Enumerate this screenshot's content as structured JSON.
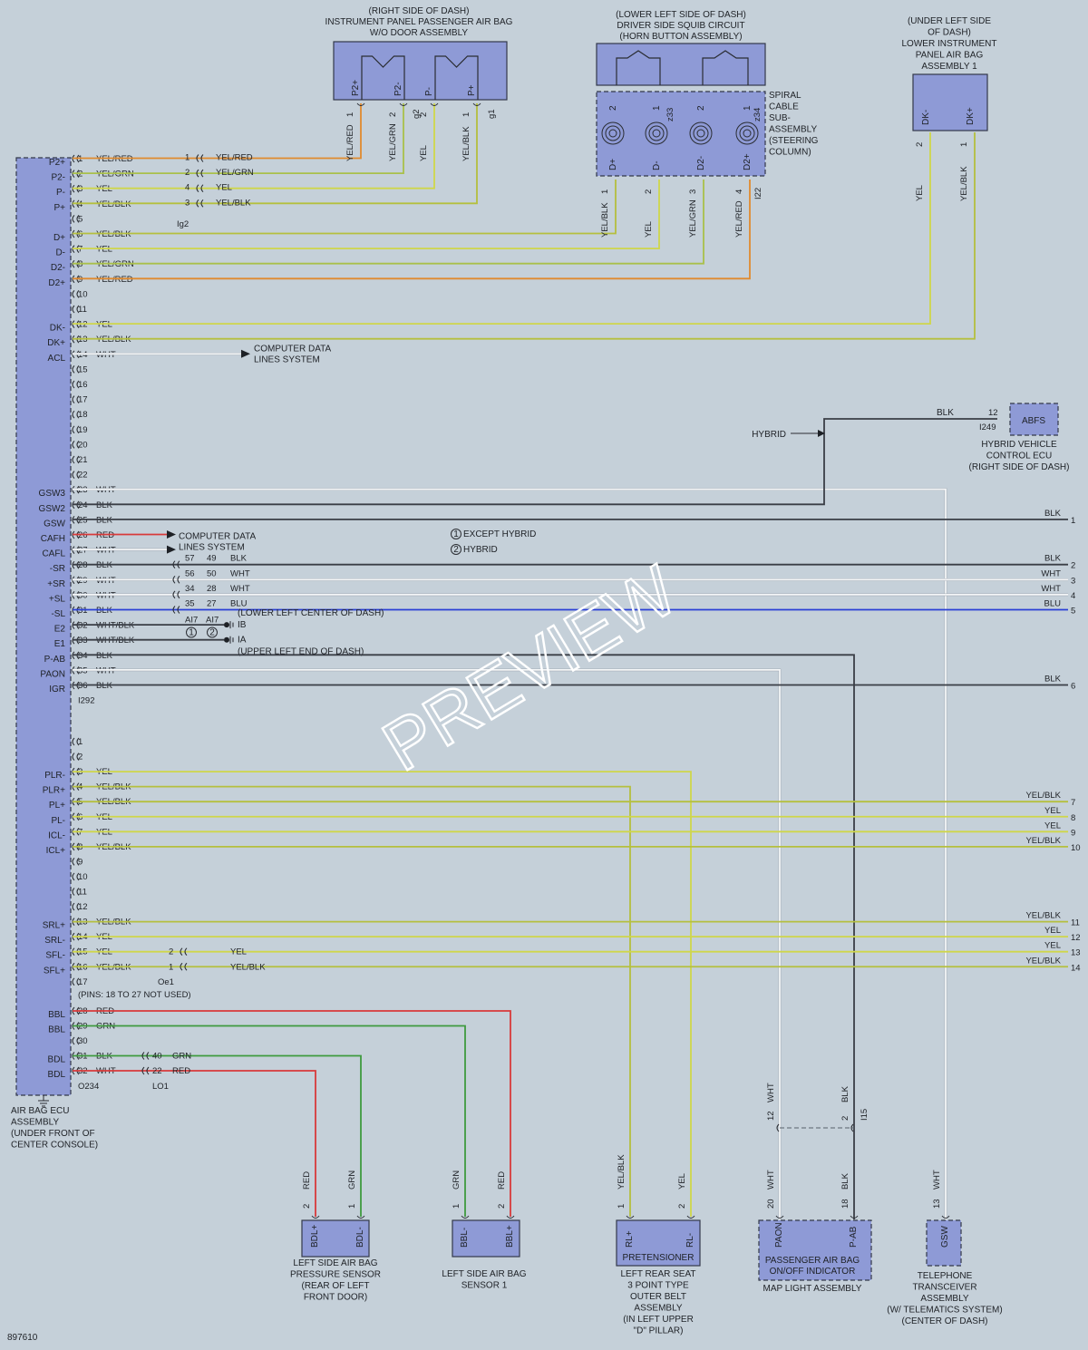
{
  "colors": {
    "YEL": "#cfd64a",
    "BLK": "#3a3e46",
    "WHT": "#f4f6f8",
    "RED": "#d83a3a",
    "GRN": "#3f9a3f",
    "BLU": "#2a3fd6",
    "ORG": "#e08a2e",
    "background": "#c5d0d9",
    "component": "#8e9ad6"
  },
  "watermark": "PREVIEW",
  "figure_id": "897610",
  "ecu": {
    "name": [
      "AIR BAG ECU",
      "ASSEMBLY",
      "(UNDER FRONT OF",
      "CENTER CONSOLE)"
    ],
    "connector_a": "I292",
    "connector_b": "O234",
    "pins_note": "(PINS: 18 TO 27 NOT USED)"
  },
  "groups": [
    {
      "id": "pab",
      "title": [
        "(RIGHT SIDE OF DASH)",
        "INSTRUMENT PANEL PASSENGER AIR BAG",
        "W/O DOOR ASSEMBLY"
      ],
      "pins": [
        "P2+",
        "P2-",
        "P-",
        "P+"
      ],
      "conn": [
        "g2",
        "g1"
      ]
    },
    {
      "id": "drv",
      "title": [
        "(LOWER LEFT SIDE OF DASH)",
        "DRIVER SIDE SQUIB CIRCUIT",
        "(HORN BUTTON ASSEMBLY)"
      ],
      "spiral": [
        "SPIRAL",
        "CABLE",
        "SUB-",
        "ASSEMBLY",
        "(STEERING",
        "COLUMN)"
      ],
      "pins": [
        "D+",
        "D-",
        "D2-",
        "D2+"
      ],
      "conn": [
        "z33",
        "z34",
        "I22"
      ]
    },
    {
      "id": "knee",
      "title": [
        "(UNDER LEFT SIDE",
        "OF DASH)",
        "LOWER INSTRUMENT",
        "PANEL AIR BAG",
        "ASSEMBLY 1"
      ],
      "pins": [
        "DK-",
        "DK+"
      ]
    }
  ],
  "hybrid": {
    "box": "ABFS",
    "label": "HYBRID",
    "wire": "BLK",
    "pin": "12",
    "conn": "I249",
    "name": [
      "HYBRID VEHICLE",
      "CONTROL ECU",
      "(RIGHT SIDE OF DASH)"
    ]
  },
  "legend": {
    "one": "EXCEPT HYBRID",
    "two": "HYBRID",
    "one_mark": "1",
    "two_mark": "2"
  },
  "data_lines": "COMPUTER DATA|LINES SYSTEM",
  "ground": {
    "ib": "IB",
    "ia": "IA",
    "ib_loc": "(LOWER LEFT CENTER OF DASH)",
    "ia_loc": "(UPPER LEFT END OF DASH)",
    "conn": "AI7"
  },
  "rows_a": [
    [
      "1",
      "P2+",
      "YEL/RED"
    ],
    [
      "2",
      "P2-",
      "YEL/GRN"
    ],
    [
      "3",
      "P-",
      "YEL"
    ],
    [
      "4",
      "P+",
      "YEL/BLK"
    ],
    [
      "5",
      "",
      ""
    ],
    [
      "6",
      "D+",
      "YEL/BLK"
    ],
    [
      "7",
      "D-",
      "YEL"
    ],
    [
      "8",
      "D2-",
      "YEL/GRN"
    ],
    [
      "9",
      "D2+",
      "YEL/RED"
    ],
    [
      "10",
      "",
      ""
    ],
    [
      "11",
      "",
      ""
    ],
    [
      "12",
      "DK-",
      "YEL"
    ],
    [
      "13",
      "DK+",
      "YEL/BLK"
    ],
    [
      "14",
      "ACL",
      "WHT"
    ],
    [
      "15",
      "",
      ""
    ],
    [
      "16",
      "",
      ""
    ],
    [
      "17",
      "",
      ""
    ],
    [
      "18",
      "",
      ""
    ],
    [
      "19",
      "",
      ""
    ],
    [
      "20",
      "",
      ""
    ],
    [
      "21",
      "",
      ""
    ],
    [
      "22",
      "",
      ""
    ],
    [
      "23",
      "GSW3",
      "WHT"
    ],
    [
      "24",
      "GSW2",
      "BLK"
    ],
    [
      "25",
      "GSW",
      "BLK"
    ],
    [
      "26",
      "CAFH",
      "RED"
    ],
    [
      "27",
      "CAFL",
      "WHT"
    ],
    [
      "28",
      "-SR",
      "BLK"
    ],
    [
      "29",
      "+SR",
      "WHT"
    ],
    [
      "30",
      "+SL",
      "WHT"
    ],
    [
      "31",
      "-SL",
      "BLK"
    ],
    [
      "32",
      "E2",
      "WHT/BLK"
    ],
    [
      "33",
      "E1",
      "WHT/BLK"
    ],
    [
      "34",
      "P-AB",
      "BLK"
    ],
    [
      "35",
      "PAON",
      "WHT"
    ],
    [
      "36",
      "IGR",
      "BLK"
    ]
  ],
  "rows_b": [
    [
      "1",
      "",
      ""
    ],
    [
      "2",
      "",
      ""
    ],
    [
      "3",
      "PLR-",
      "YEL"
    ],
    [
      "4",
      "PLR+",
      "YEL/BLK"
    ],
    [
      "5",
      "PL+",
      "YEL/BLK"
    ],
    [
      "6",
      "PL-",
      "YEL"
    ],
    [
      "7",
      "ICL-",
      "YEL"
    ],
    [
      "8",
      "ICL+",
      "YEL/BLK"
    ],
    [
      "9",
      "",
      ""
    ],
    [
      "10",
      "",
      ""
    ],
    [
      "11",
      "",
      ""
    ],
    [
      "12",
      "",
      ""
    ],
    [
      "13",
      "SRL+",
      "YEL/BLK"
    ],
    [
      "14",
      "SRL-",
      "YEL"
    ],
    [
      "15",
      "SFL-",
      "YEL"
    ],
    [
      "16",
      "SFL+",
      "YEL/BLK"
    ],
    [
      "17",
      "",
      ""
    ]
  ],
  "rows_c": [
    [
      "28",
      "BBL",
      "RED"
    ],
    [
      "29",
      "BBL",
      "GRN"
    ],
    [
      "30",
      "",
      ""
    ],
    [
      "31",
      "BDL",
      "BLK"
    ],
    [
      "32",
      "BDL",
      "WHT"
    ]
  ],
  "right_refs": [
    [
      "1",
      "BLK"
    ],
    [
      "2",
      "BLK"
    ],
    [
      "3",
      "WHT"
    ],
    [
      "4",
      "WHT"
    ],
    [
      "5",
      "BLU"
    ],
    [
      "6",
      "BLK"
    ],
    [
      "7",
      "YEL/BLK"
    ],
    [
      "8",
      "YEL"
    ],
    [
      "9",
      "YEL"
    ],
    [
      "10",
      "YEL/BLK"
    ],
    [
      "11",
      "YEL/BLK"
    ],
    [
      "12",
      "YEL"
    ],
    [
      "13",
      "YEL"
    ],
    [
      "14",
      "YEL/BLK"
    ]
  ],
  "splice": {
    "a": [
      "57",
      "56",
      "34",
      "35"
    ],
    "b": [
      "49",
      "50",
      "28",
      "27"
    ],
    "wires": [
      "BLK",
      "WHT",
      "WHT",
      "BLU"
    ]
  },
  "sensors": [
    {
      "name": [
        "LEFT SIDE AIR BAG",
        "PRESSURE SENSOR",
        "(REAR OF LEFT",
        "FRONT DOOR)"
      ],
      "pins": [
        "BDL+",
        "BDL-"
      ],
      "wires": [
        "RED",
        "GRN"
      ],
      "nums": [
        "2",
        "1"
      ],
      "conn_pins": [
        "40",
        "22"
      ],
      "conn_wires": [
        "GRN",
        "RED"
      ],
      "conn": "LO1"
    },
    {
      "name": [
        "LEFT SIDE AIR BAG",
        "SENSOR 1"
      ],
      "pins": [
        "BBL-",
        "BBL+"
      ],
      "wires": [
        "GRN",
        "RED"
      ],
      "nums": [
        "1",
        "2"
      ]
    },
    {
      "name": [
        "LEFT REAR SEAT",
        "3 POINT TYPE",
        "OUTER BELT",
        "ASSEMBLY",
        "(IN LEFT UPPER",
        "\"D\" PILLAR)"
      ],
      "inner": "PRETENSIONER",
      "pins": [
        "RL+",
        "RL-"
      ],
      "wires": [
        "YEL/BLK",
        "YEL"
      ],
      "nums": [
        "1",
        "2"
      ]
    },
    {
      "name": [
        "MAP LIGHT ASSEMBLY"
      ],
      "inner": [
        "PASSENGER AIR BAG",
        "ON/OFF INDICATOR"
      ],
      "pins": [
        "PAON",
        "P-AB"
      ],
      "wires": [
        "WHT",
        "BLK"
      ],
      "nums": [
        "20",
        "18"
      ],
      "joint": {
        "nums": [
          "12",
          "2"
        ],
        "wires": [
          "WHT",
          "BLK"
        ],
        "conn": "I15"
      }
    },
    {
      "name": [
        "TELEPHONE",
        "TRANSCEIVER",
        "ASSEMBLY",
        "(W/ TELEMATICS SYSTEM)",
        "(CENTER OF DASH)"
      ],
      "pins": [
        "GSW"
      ],
      "wires": [
        "WHT"
      ],
      "nums": [
        "13"
      ]
    }
  ],
  "sfl": {
    "pins": [
      "2",
      "1"
    ],
    "wires": [
      "YEL",
      "YEL/BLK"
    ],
    "conn": "Oe1"
  },
  "pab_conn": {
    "pins": [
      "1",
      "2",
      "3"
    ],
    "wires": [
      "YEL/RED",
      "YEL/GRN",
      "YEL",
      "YEL/BLK"
    ],
    "conn": "Ig2"
  }
}
